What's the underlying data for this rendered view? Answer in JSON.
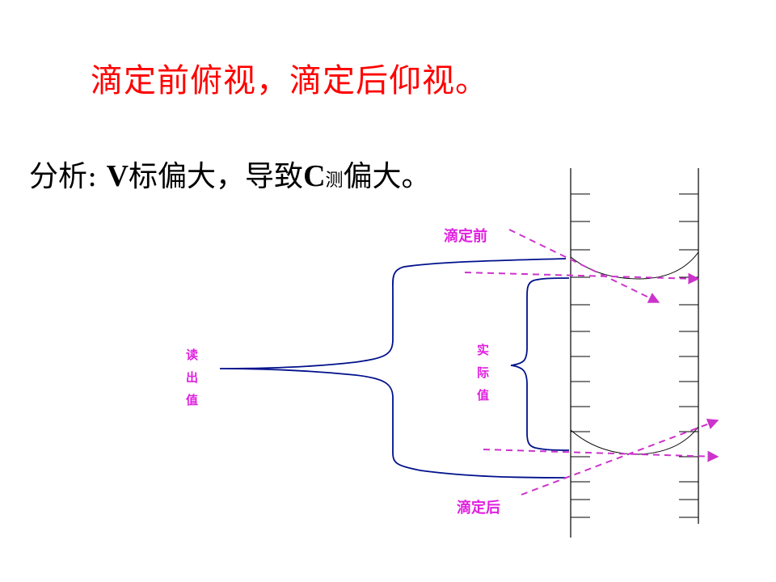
{
  "slide": {
    "title": "滴定前俯视，滴定后仰视。",
    "title_color": "#ff0000",
    "analysis": {
      "prefix": "分析: ",
      "v_letter": "V",
      "v_sub": "标",
      "middle": "偏大，导致",
      "c_letter": "C",
      "c_sub": "测",
      "suffix": "偏大。"
    }
  },
  "diagram": {
    "label_before": "滴定前",
    "label_after": "滴定后",
    "label_reading": [
      "读",
      "出",
      "值"
    ],
    "label_actual": [
      "实",
      "际",
      "值"
    ],
    "label_color": "#e020e0",
    "bracket_color": "#00108c",
    "sightline_color": "#cc33cc"
  }
}
